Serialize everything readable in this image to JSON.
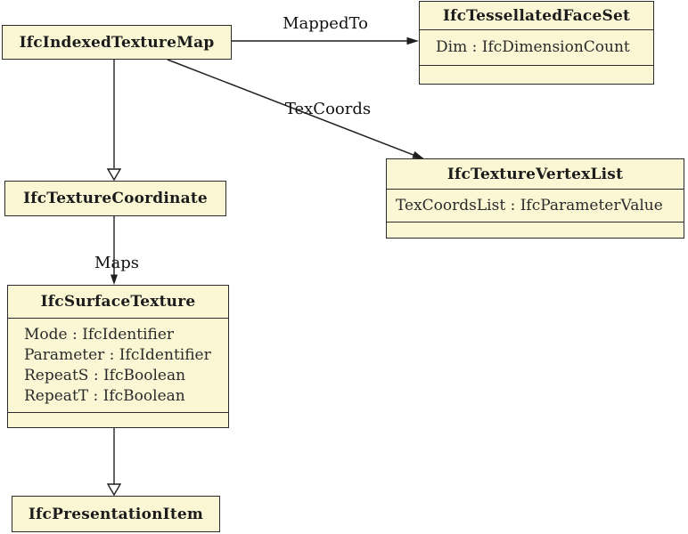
{
  "nodes": {
    "indexed_texture_map": {
      "title": "IfcIndexedTextureMap"
    },
    "tessellated_face_set": {
      "title": "IfcTessellatedFaceSet",
      "attributes": [
        "Dim : IfcDimensionCount"
      ]
    },
    "texture_vertex_list": {
      "title": "IfcTextureVertexList",
      "attributes": [
        "TexCoordsList : IfcParameterValue"
      ]
    },
    "texture_coordinate": {
      "title": "IfcTextureCoordinate"
    },
    "surface_texture": {
      "title": "IfcSurfaceTexture",
      "attributes": [
        "Mode : IfcIdentifier",
        "Parameter : IfcIdentifier",
        "RepeatS : IfcBoolean",
        "RepeatT : IfcBoolean"
      ]
    },
    "presentation_item": {
      "title": "IfcPresentationItem"
    }
  },
  "edges": {
    "mapped_to": {
      "label": "MappedTo"
    },
    "tex_coords": {
      "label": "TexCoords"
    },
    "maps": {
      "label": "Maps"
    }
  },
  "colors": {
    "node_fill": "#FBF7D5",
    "node_border": "#2b2b2b",
    "line": "#1f1f1f",
    "background": "#ffffff"
  }
}
